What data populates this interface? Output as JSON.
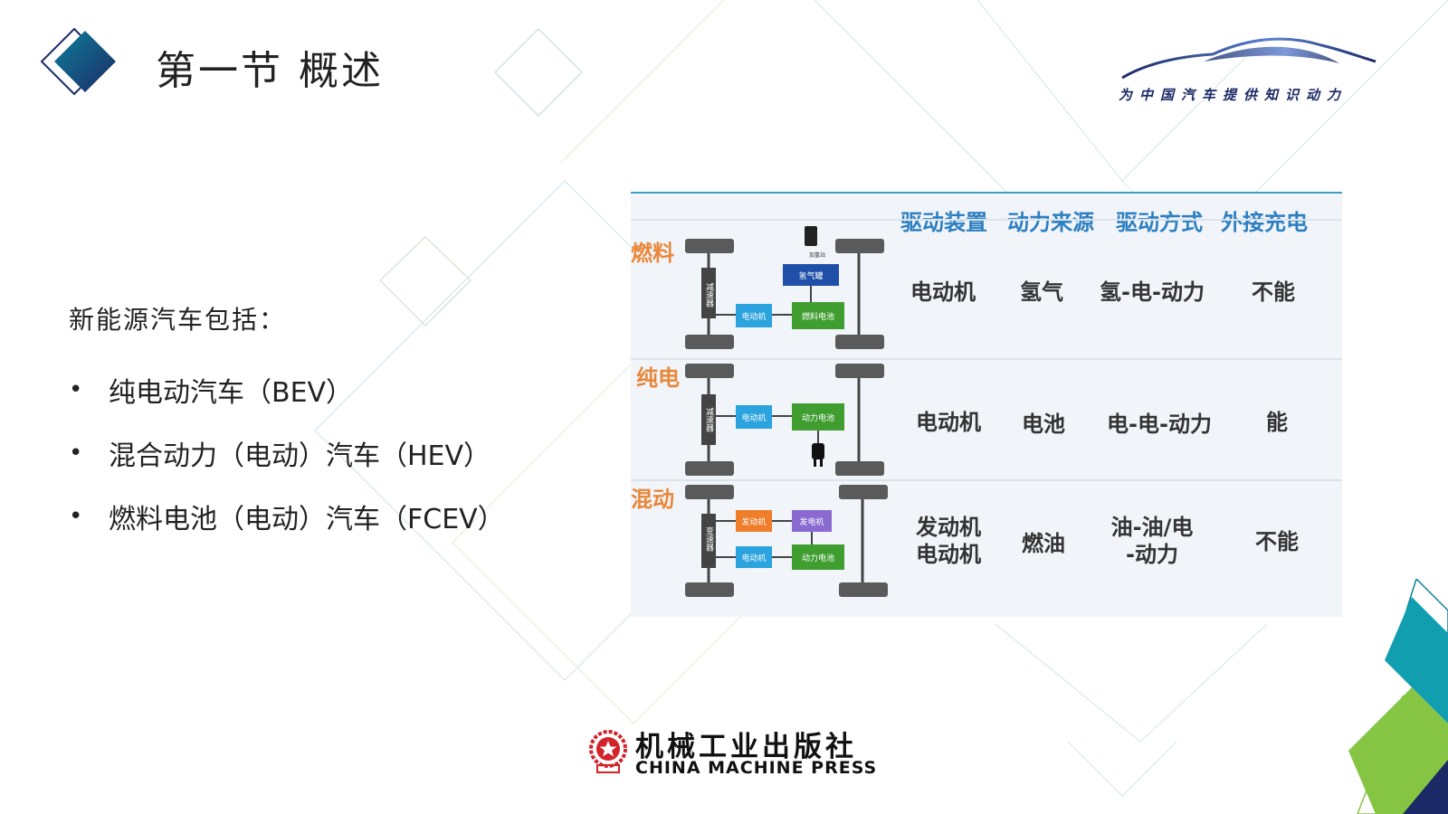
{
  "slide": {
    "title": "第一节  概述",
    "brand_slogan": "为中国汽车提供知识动力"
  },
  "intro": "新能源汽车包括：",
  "bullets": [
    "纯电动汽车（BEV）",
    "混合动力（电动）汽车（HEV）",
    "燃料电池（电动）汽车（FCEV）"
  ],
  "figure": {
    "headers": [
      "驱动装置",
      "动力来源",
      "驱动方式",
      "外接充电"
    ],
    "rows": [
      {
        "tag": "燃料",
        "drive": "电动机",
        "source": "氢气",
        "mode": "氢-电-动力",
        "charge": "不能",
        "components": {
          "reducer": "减速器",
          "motor": "电动机",
          "tank": "氢气罐",
          "cell": "燃料电池",
          "station": "加氢站"
        }
      },
      {
        "tag": "纯电",
        "drive": "电动机",
        "source": "电池",
        "mode": "电-电-动力",
        "charge": "能",
        "components": {
          "reducer": "减速器",
          "motor": "电动机",
          "battery": "动力电池"
        }
      },
      {
        "tag": "混动",
        "drive": "发动机\n电动机",
        "source": "燃油",
        "mode": "油-油/电\n-动力",
        "charge": "不能",
        "components": {
          "gearbox": "变速器",
          "engine": "发动机",
          "generator": "发电机",
          "motor": "电动机",
          "battery": "动力电池"
        }
      }
    ]
  },
  "footer": {
    "publisher_cn": "机械工业出版社",
    "publisher_en": "CHINA MACHINE PRESS"
  },
  "colors": {
    "accent_teal": "#0e7f9a",
    "accent_navy": "#1b2a66",
    "accent_green": "#86c543",
    "header_blue": "#2c7fc1",
    "tag_orange": "#e8883a"
  }
}
